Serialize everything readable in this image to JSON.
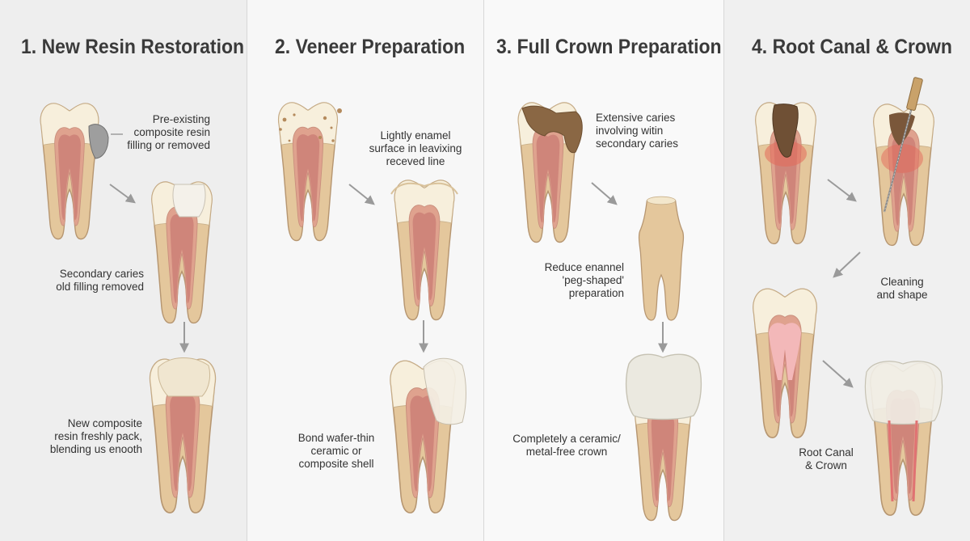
{
  "panels": [
    {
      "title": "1. New Resin Restoration",
      "labels": [
        "Pre-existing\ncomposite resin\nfilling or removed",
        "Secondary caries\nold filling removed",
        "New composite\nresin freshly pack,\nblending us enooth"
      ]
    },
    {
      "title": "2. Veneer Preparation",
      "labels": [
        "Lightly enamel\nsurface in leavixing\nreceved line",
        "Bond wafer-thin\nceramic or\ncomposite shell"
      ]
    },
    {
      "title": "3. Full Crown Preparation",
      "labels": [
        "Extensive caries\ninvolving witin\nsecondary caries",
        "Reduce enannel\n'peg-shaped'\npreparation",
        "Completely a ceramic/\nmetal-free crown"
      ]
    },
    {
      "title": "4. Root Canal & Crown",
      "labels": [
        "Cleaning\nand shape",
        "Root Canal\n& Crown"
      ]
    }
  ],
  "colors": {
    "enamel": "#f7efdc",
    "dentin": "#ead3ad",
    "root": "#e2c69c",
    "pulp": "#d48a80",
    "pulp_inflamed": "#e46a5a",
    "caries": "#8a6744",
    "filling_gray": "#a9a9a9",
    "crown": "#ecebe2",
    "arrow": "#9a9a9a"
  }
}
